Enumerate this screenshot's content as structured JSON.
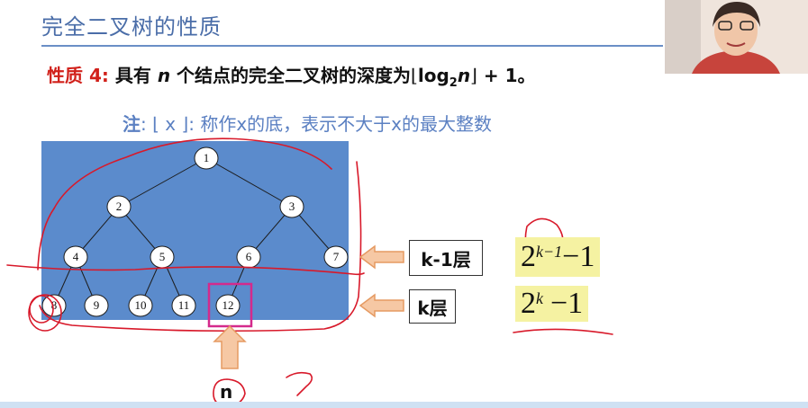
{
  "slide": {
    "title": "完全二叉树的性质",
    "property_label": "性质 4:",
    "property_text_a": "具有",
    "property_n": "n",
    "property_text_b": "个结点的完全二叉树的深度为",
    "floor_left": "⌊",
    "log_text": "log",
    "log_base": "2",
    "floor_n": "n",
    "floor_right": "⌋",
    "property_tail": "+ 1。",
    "note_label": "注",
    "note_text": ": ⌊ x ⌋: 称作x的底，表示不大于x的最大整数"
  },
  "tree": {
    "nodes": [
      {
        "label": "1"
      },
      {
        "label": "2"
      },
      {
        "label": "3"
      },
      {
        "label": "4"
      },
      {
        "label": "5"
      },
      {
        "label": "6"
      },
      {
        "label": "7"
      },
      {
        "label": "8"
      },
      {
        "label": "9"
      },
      {
        "label": "10"
      },
      {
        "label": "11"
      },
      {
        "label": "12"
      }
    ]
  },
  "levels": {
    "k_minus_1_label": "k-1层",
    "k_label": "k层",
    "formula_k_minus_1_base": "2",
    "formula_k_minus_1_exp": "k−1",
    "formula_k_minus_1_tail": "−1",
    "formula_k_base": "2",
    "formula_k_exp": "k",
    "formula_k_tail": "−1"
  },
  "pointer": {
    "label": "n"
  },
  "colors": {
    "tree_bg": "#5b8bcc",
    "annotation": "#d8192a",
    "highlight_box": "#d42a8c",
    "arrow_fill": "#f6c8a4",
    "arrow_stroke": "#e59a62",
    "formula_bg": "#f5f2a2"
  }
}
